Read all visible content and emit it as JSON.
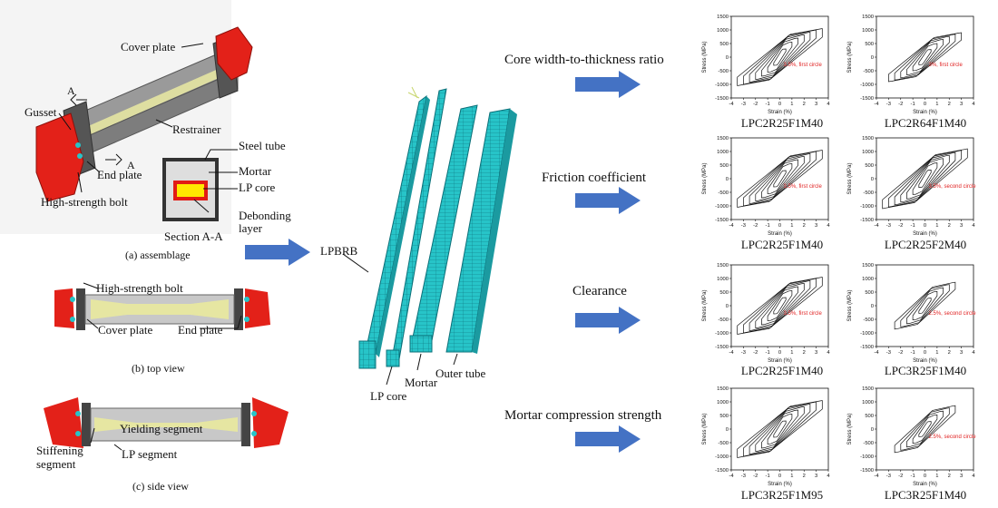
{
  "colors": {
    "arrow_blue": "#4472c4",
    "mesh_cyan": "#27c4c8",
    "mesh_line": "#0b6f78",
    "red_part": "#e32119",
    "annotation_red": "#e02020",
    "core_yellow": "#e8e89a"
  },
  "assemblage": {
    "labels": {
      "cover_plate": "Cover plate",
      "gusset": "Gusset",
      "restrainer": "Restrainer",
      "end_plate": "End plate",
      "bolt": "High-strength bolt",
      "section_mark": "A"
    },
    "section": {
      "steel_tube": "Steel tube",
      "mortar": "Mortar",
      "lp_core": "LP core",
      "debonding_1": "Debonding",
      "debonding_2": "layer",
      "title": "Section A-A"
    },
    "caption": "(a) assemblage"
  },
  "top_view": {
    "bolt": "High-strength bolt",
    "cover_plate": "Cover plate",
    "end_plate": "End plate",
    "caption": "(b) top view"
  },
  "side_view": {
    "yielding": "Yielding segment",
    "stiffening_1": "Stiffening",
    "stiffening_2": "segment",
    "lp_segment": "LP segment",
    "caption": "(c) side view"
  },
  "fe_model": {
    "lpbrb": "LPBRB",
    "lp_core": "LP core",
    "mortar": "Mortar",
    "outer_tube": "Outer tube"
  },
  "parameters": [
    {
      "label": "Core width-to-thickness ratio",
      "left": {
        "name": "LPC2R25F1M40",
        "note": "3.5%, first circle"
      },
      "right": {
        "name": "LPC2R64F1M40",
        "note": "3%, first circle"
      }
    },
    {
      "label": "Friction coefficient",
      "left": {
        "name": "LPC2R25F1M40",
        "note": "3.5%, first circle"
      },
      "right": {
        "name": "LPC2R25F2M40",
        "note": "3.5%, second circle"
      }
    },
    {
      "label": "Clearance",
      "left": {
        "name": "LPC2R25F1M40",
        "note": "3.5%, first circle"
      },
      "right": {
        "name": "LPC3R25F1M40",
        "note": "2.5%, second circle"
      }
    },
    {
      "label": "Mortar compression strength",
      "left": {
        "name": "LPC3R25F1M95",
        "note": ""
      },
      "right": {
        "name": "LPC3R25F1M40",
        "note": "2.5%, second circle"
      }
    }
  ],
  "chart_data": [
    {
      "type": "line",
      "panel": "LPC2R25F1M40",
      "xlabel": "Strain (%)",
      "ylabel": "Stress (MPa)",
      "xlim": [
        -4,
        4
      ],
      "ylim": [
        -1500,
        1500
      ],
      "xticks": [
        -4,
        -3,
        -2,
        -1,
        0,
        1,
        2,
        3,
        4
      ],
      "yticks": [
        1500,
        1000,
        500,
        0,
        -500,
        -1000,
        -1500
      ],
      "series": [
        {
          "loops": [
            [
              0.5,
              300
            ],
            [
              1.0,
              550
            ],
            [
              1.5,
              700
            ],
            [
              2.0,
              820
            ],
            [
              2.5,
              920
            ],
            [
              3.0,
              1000
            ],
            [
              3.5,
              1050
            ]
          ]
        }
      ],
      "annotations": [
        "3.5%, first circle"
      ]
    },
    {
      "type": "line",
      "panel": "LPC2R64F1M40",
      "xlabel": "Strain (%)",
      "ylabel": "Stress (MPa)",
      "xlim": [
        -4,
        4
      ],
      "ylim": [
        -1500,
        1500
      ],
      "xticks": [
        -4,
        -3,
        -2,
        -1,
        0,
        1,
        2,
        3,
        4
      ],
      "yticks": [
        1500,
        1000,
        500,
        0,
        -500,
        -1000,
        -1500
      ],
      "series": [
        {
          "loops": [
            [
              0.5,
              280
            ],
            [
              1.0,
              500
            ],
            [
              1.5,
              650
            ],
            [
              2.0,
              760
            ],
            [
              2.5,
              840
            ],
            [
              3.0,
              900
            ]
          ]
        }
      ],
      "annotations": [
        "3%, first circle"
      ]
    },
    {
      "type": "line",
      "panel": "LPC2R25F1M40",
      "xlabel": "Strain (%)",
      "ylabel": "Stress (MPa)",
      "xlim": [
        -4,
        4
      ],
      "ylim": [
        -1500,
        1500
      ],
      "xticks": [
        -4,
        -3,
        -2,
        -1,
        0,
        1,
        2,
        3,
        4
      ],
      "yticks": [
        1500,
        1000,
        500,
        0,
        -500,
        -1000,
        -1500
      ],
      "series": [
        {
          "loops": [
            [
              0.5,
              300
            ],
            [
              1.0,
              550
            ],
            [
              1.5,
              700
            ],
            [
              2.0,
              820
            ],
            [
              2.5,
              920
            ],
            [
              3.0,
              1000
            ],
            [
              3.5,
              1050
            ]
          ]
        }
      ],
      "annotations": [
        "3.5%, first circle"
      ]
    },
    {
      "type": "line",
      "panel": "LPC2R25F2M40",
      "xlabel": "Strain (%)",
      "ylabel": "Stress (MPa)",
      "xlim": [
        -4,
        4
      ],
      "ylim": [
        -1500,
        1500
      ],
      "xticks": [
        -4,
        -3,
        -2,
        -1,
        0,
        1,
        2,
        3,
        4
      ],
      "yticks": [
        1500,
        1000,
        500,
        0,
        -500,
        -1000,
        -1500
      ],
      "series": [
        {
          "loops": [
            [
              0.5,
              320
            ],
            [
              1.0,
              580
            ],
            [
              1.5,
              740
            ],
            [
              2.0,
              860
            ],
            [
              2.5,
              960
            ],
            [
              3.0,
              1040
            ],
            [
              3.5,
              1100
            ]
          ]
        }
      ],
      "annotations": [
        "3.5%, second circle"
      ]
    },
    {
      "type": "line",
      "panel": "LPC2R25F1M40",
      "xlabel": "Strain (%)",
      "ylabel": "Stress (MPa)",
      "xlim": [
        -4,
        4
      ],
      "ylim": [
        -1500,
        1500
      ],
      "xticks": [
        -4,
        -3,
        -2,
        -1,
        0,
        1,
        2,
        3,
        4
      ],
      "yticks": [
        1500,
        1000,
        500,
        0,
        -500,
        -1000,
        -1500
      ],
      "series": [
        {
          "loops": [
            [
              0.5,
              300
            ],
            [
              1.0,
              550
            ],
            [
              1.5,
              700
            ],
            [
              2.0,
              820
            ],
            [
              2.5,
              920
            ],
            [
              3.0,
              1000
            ],
            [
              3.5,
              1050
            ]
          ]
        }
      ],
      "annotations": [
        "3.5%, first circle"
      ]
    },
    {
      "type": "line",
      "panel": "LPC3R25F1M40",
      "xlabel": "Strain (%)",
      "ylabel": "Stress (MPa)",
      "xlim": [
        -4,
        4
      ],
      "ylim": [
        -1500,
        1500
      ],
      "xticks": [
        -4,
        -3,
        -2,
        -1,
        0,
        1,
        2,
        3,
        4
      ],
      "yticks": [
        1500,
        1000,
        500,
        0,
        -500,
        -1000,
        -1500
      ],
      "series": [
        {
          "loops": [
            [
              0.5,
              280
            ],
            [
              1.0,
              520
            ],
            [
              1.5,
              660
            ],
            [
              2.0,
              780
            ],
            [
              2.5,
              860
            ]
          ]
        }
      ],
      "annotations": [
        "2.5%, second circle"
      ]
    },
    {
      "type": "line",
      "panel": "LPC3R25F1M95",
      "xlabel": "Strain (%)",
      "ylabel": "Stress (MPa)",
      "xlim": [
        -4,
        4
      ],
      "ylim": [
        -1500,
        1500
      ],
      "xticks": [
        -4,
        -3,
        -2,
        -1,
        0,
        1,
        2,
        3,
        4
      ],
      "yticks": [
        1500,
        1000,
        500,
        0,
        -500,
        -1000,
        -1500
      ],
      "series": [
        {
          "loops": [
            [
              0.5,
              300
            ],
            [
              1.0,
              550
            ],
            [
              1.5,
              700
            ],
            [
              2.0,
              820
            ],
            [
              2.5,
              920
            ],
            [
              3.0,
              1000
            ],
            [
              3.5,
              1050
            ]
          ]
        }
      ],
      "annotations": []
    },
    {
      "type": "line",
      "panel": "LPC3R25F1M40",
      "xlabel": "Strain (%)",
      "ylabel": "Stress (MPa)",
      "xlim": [
        -4,
        4
      ],
      "ylim": [
        -1500,
        1500
      ],
      "xticks": [
        -4,
        -3,
        -2,
        -1,
        0,
        1,
        2,
        3,
        4
      ],
      "yticks": [
        1500,
        1000,
        500,
        0,
        -500,
        -1000,
        -1500
      ],
      "series": [
        {
          "loops": [
            [
              0.5,
              280
            ],
            [
              1.0,
              520
            ],
            [
              1.5,
              660
            ],
            [
              2.0,
              780
            ],
            [
              2.5,
              860
            ]
          ]
        }
      ],
      "annotations": [
        "2.5%, second circle"
      ]
    }
  ]
}
